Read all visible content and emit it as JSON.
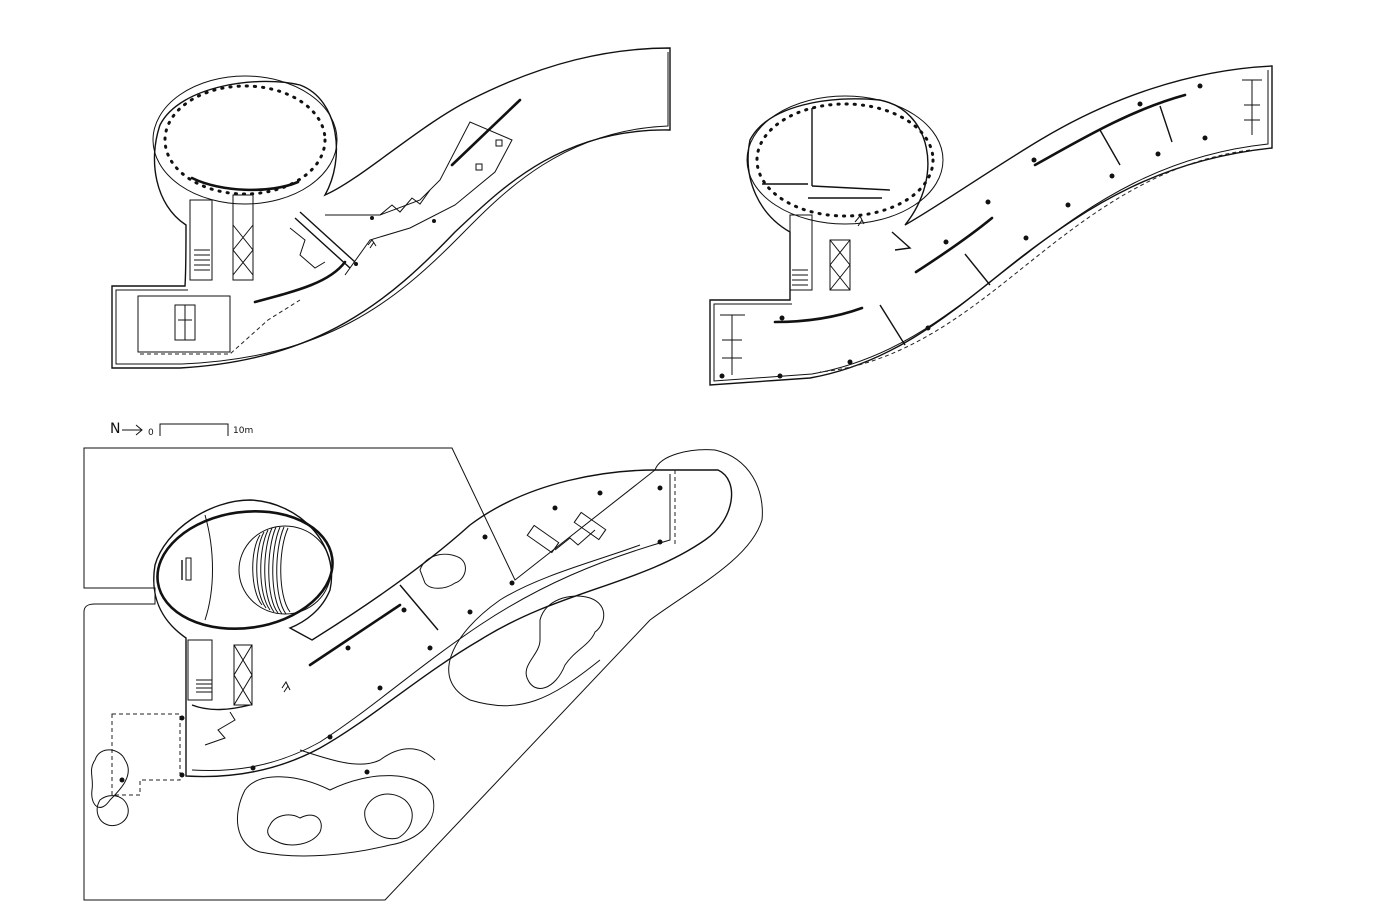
{
  "scale_bar": {
    "north_label": "N",
    "start_label": "0",
    "end_label": "10m"
  }
}
